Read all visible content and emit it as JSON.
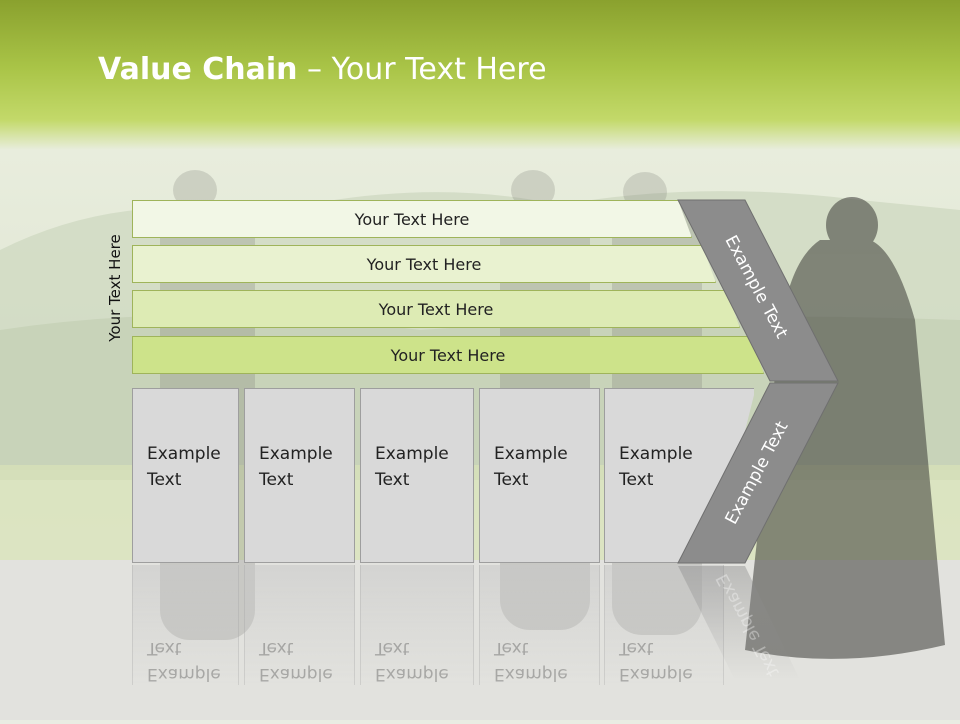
{
  "slide": {
    "title_bold": "Value Chain",
    "title_rest": " – Your Text Here",
    "side_label": "Your Text Here"
  },
  "bars": [
    {
      "label": "Your Text Here",
      "color": "#f2f7e6"
    },
    {
      "label": "Your Text Here",
      "color": "#e9f2d0"
    },
    {
      "label": "Your Text Here",
      "color": "#ddebb4"
    },
    {
      "label": "Your Text Here",
      "color": "#cde38a"
    }
  ],
  "boxes": [
    {
      "line1": "Example",
      "line2": "Text"
    },
    {
      "line1": "Example",
      "line2": "Text"
    },
    {
      "line1": "Example",
      "line2": "Text"
    },
    {
      "line1": "Example",
      "line2": "Text"
    },
    {
      "line1": "Example",
      "line2": "Text"
    }
  ],
  "chevron": {
    "upper_label": "Example Text",
    "lower_label": "Example Text",
    "color": "#8c8c8c"
  }
}
